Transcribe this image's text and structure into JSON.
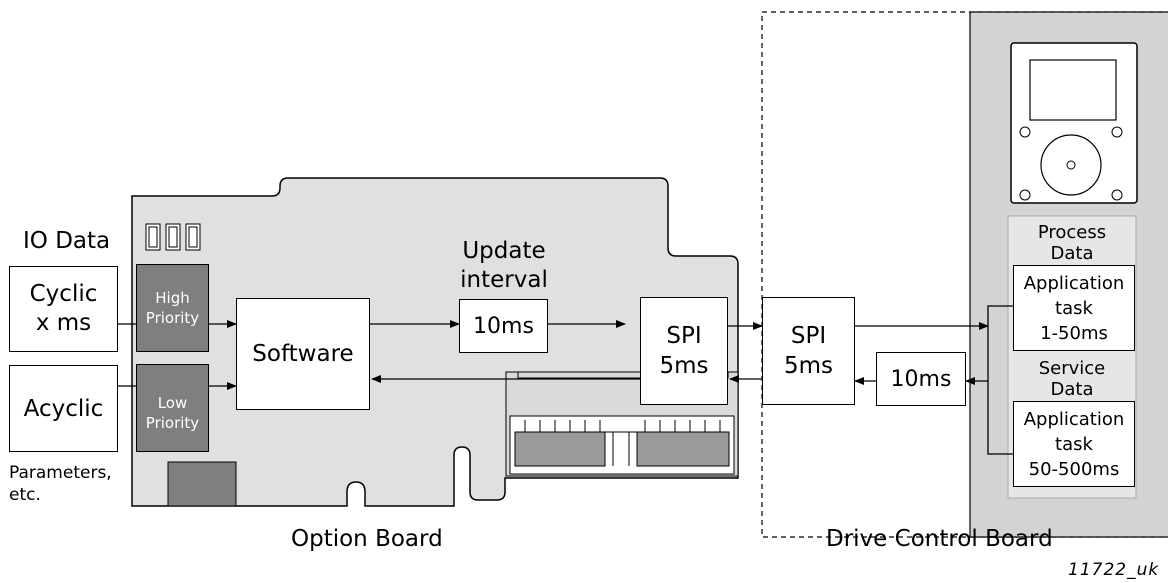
{
  "colors": {
    "board_fill": "#e0e0e0",
    "drive_panel_fill": "#d3d3d3",
    "priority_fill": "#7f7f7f",
    "connector_fill": "#9a9a9a",
    "line": "#000000"
  },
  "io": {
    "title": "IO Data",
    "cyclic": {
      "line1": "Cyclic",
      "line2": "x ms"
    },
    "acyclic": "Acyclic",
    "acyclic_note": {
      "line1": "Parameters,",
      "line2": "etc."
    }
  },
  "option_board": {
    "caption": "Option Board",
    "high_priority": {
      "line1": "High",
      "line2": "Priority"
    },
    "low_priority": {
      "line1": "Low",
      "line2": "Priority"
    },
    "software": "Software",
    "update_interval": {
      "line1": "Update",
      "line2": "interval"
    },
    "interval_box": "10ms",
    "spi": {
      "line1": "SPI",
      "line2": "5ms"
    }
  },
  "drive_control_board": {
    "caption": "Drive Control Board",
    "spi": {
      "line1": "SPI",
      "line2": "5ms"
    },
    "interval_box": "10ms",
    "process_data": {
      "header": {
        "line1": "Process",
        "line2": "Data"
      },
      "task": {
        "line1": "Application",
        "line2": "task",
        "line3": "1-50ms"
      }
    },
    "service_data": {
      "header": {
        "line1": "Service",
        "line2": "Data"
      },
      "task": {
        "line1": "Application",
        "line2": "task",
        "line3": "50-500ms"
      }
    }
  },
  "figure_id": "11722_uk"
}
